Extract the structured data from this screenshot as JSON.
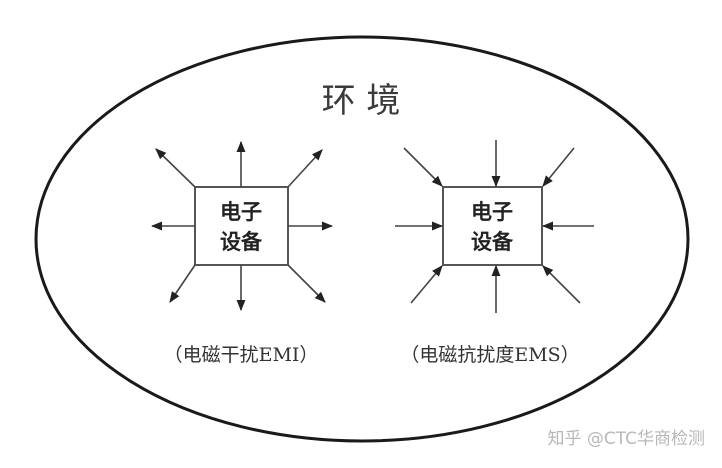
{
  "diagram": {
    "environment_label": "环 境",
    "devices": [
      {
        "id": "emi",
        "box_label_line1": "电子",
        "box_label_line2": "设备",
        "caption": "（电磁干扰EMI）",
        "arrow_direction": "outward"
      },
      {
        "id": "ems",
        "box_label_line1": "电子",
        "box_label_line2": "设备",
        "caption": "（电磁抗扰度EMS）",
        "arrow_direction": "inward"
      }
    ]
  },
  "watermark": "知乎 @CTC华商检测"
}
